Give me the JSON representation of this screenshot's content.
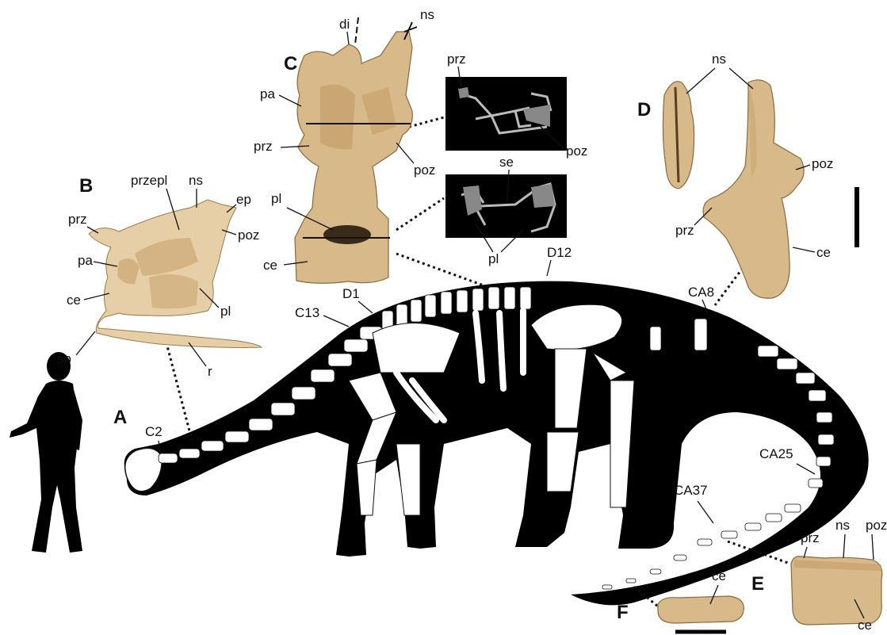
{
  "panels": {
    "A": "A",
    "B": "B",
    "C": "C",
    "D": "D",
    "E": "E",
    "F": "F"
  },
  "panel_b": {
    "labels": {
      "prz": "prz",
      "przepl": "przepl",
      "ns": "ns",
      "ep": "ep",
      "poz": "poz",
      "pa": "pa",
      "ce": "ce",
      "pl": "pl",
      "sp": "sp",
      "r": "r"
    }
  },
  "panel_c": {
    "labels": {
      "di": "di",
      "ns": "ns",
      "pa": "pa",
      "prz": "prz",
      "poz": "poz",
      "pl": "pl",
      "ce": "ce"
    },
    "section_top": {
      "prz": "prz",
      "poz": "poz"
    },
    "section_bottom": {
      "se": "se",
      "pl": "pl"
    }
  },
  "panel_d": {
    "labels": {
      "ns": "ns",
      "poz": "poz",
      "prz": "prz",
      "ce": "ce"
    }
  },
  "panel_e": {
    "labels": {
      "prz": "prz",
      "ns": "ns",
      "poz": "poz",
      "ce": "ce"
    }
  },
  "panel_f": {
    "labels": {
      "ce": "ce"
    }
  },
  "skeleton": {
    "labels": {
      "C2": "C2",
      "C13": "C13",
      "D1": "D1",
      "D12": "D12",
      "CA8": "CA8",
      "CA25": "CA25",
      "CA37": "CA37"
    }
  },
  "colors": {
    "bone": "#d8b98a",
    "silhouette": "#000000",
    "ct_background": "#000000"
  }
}
